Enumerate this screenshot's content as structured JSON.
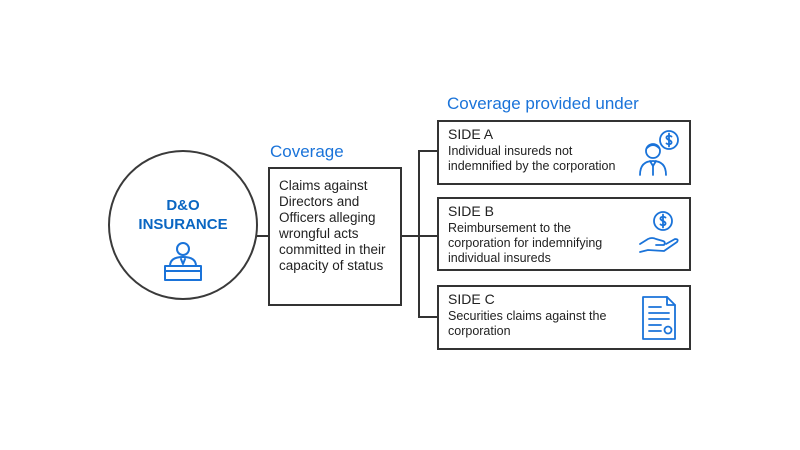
{
  "diagram": {
    "center": {
      "title_line1": "D&O",
      "title_line2": "INSURANCE",
      "icon": "executive-at-podium-icon"
    },
    "coverage": {
      "heading": "Coverage",
      "text": "Claims against Directors and Officers alleging wrongful acts committed in their capacity of status"
    },
    "provided": {
      "heading": "Coverage provided under",
      "sides": [
        {
          "title": "SIDE A",
          "description": "Individual insureds not indemnified by the corporation",
          "icon": "person-dollar-icon"
        },
        {
          "title": "SIDE B",
          "description": "Reimbursement to the corporation for indemnifying individual insureds",
          "icon": "hand-dollar-icon"
        },
        {
          "title": "SIDE C",
          "description": "Securities claims against the corporation",
          "icon": "document-icon"
        }
      ]
    },
    "colors": {
      "accent": "#1a73d9",
      "line": "#333333"
    }
  }
}
